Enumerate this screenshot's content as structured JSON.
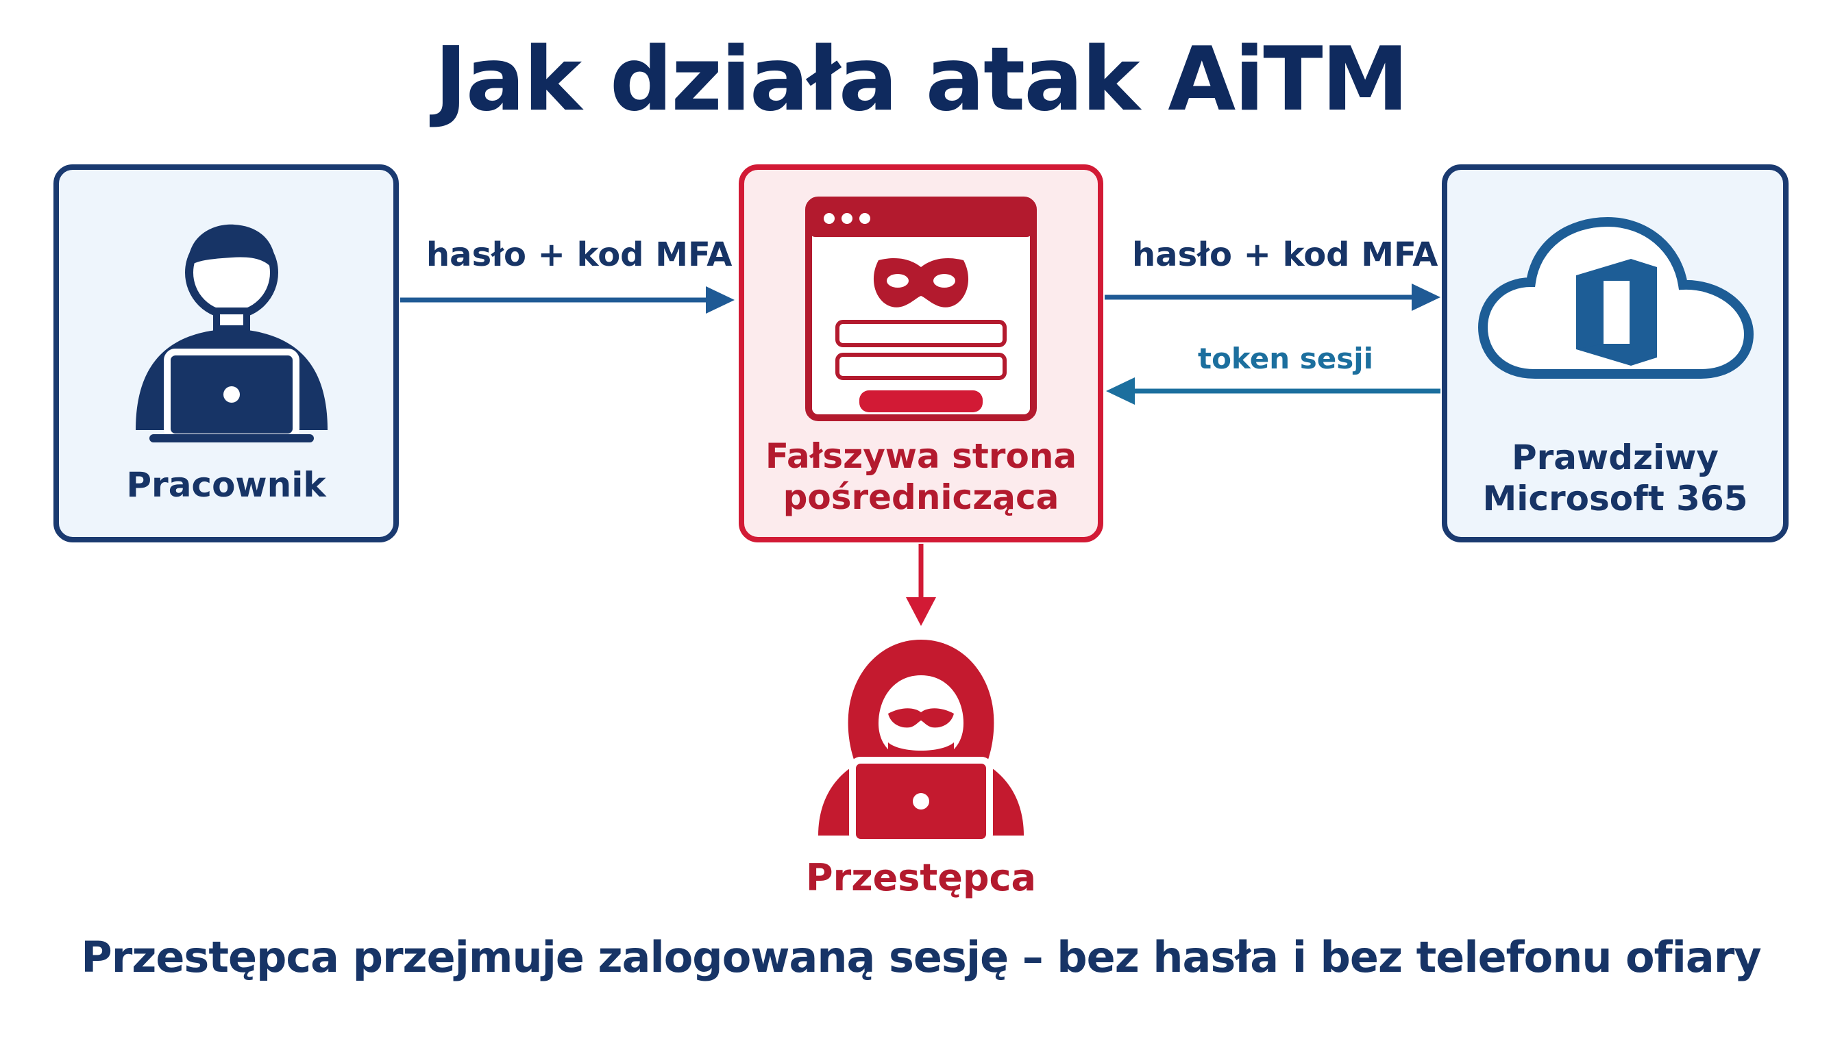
{
  "title": "Jak działa atak AiTM",
  "nodes": {
    "employee": {
      "label": "Pracownik",
      "icon": "person-laptop-icon"
    },
    "proxy": {
      "label_line1": "Fałszywa strona",
      "label_line2": "pośrednicząca",
      "icon": "masked-login-page-icon"
    },
    "microsoft": {
      "label_line1": "Prawdziwy",
      "label_line2": "Microsoft 365",
      "icon": "cloud-office-icon"
    },
    "criminal": {
      "label": "Przestępca",
      "icon": "hooded-hacker-icon"
    }
  },
  "edges": {
    "employee_to_proxy": "hasło + kod MFA",
    "proxy_to_microsoft": "hasło + kod MFA",
    "microsoft_to_proxy": "token sesji"
  },
  "caption": "Przestępca przejmuje zalogowaną sesję – bez hasła i bez telefonu ofiary",
  "colors": {
    "navy": "#173466",
    "red": "#d21a35",
    "teal": "#1c6f9e",
    "blue_fill": "#eef5fc",
    "red_fill": "#fcebed"
  }
}
